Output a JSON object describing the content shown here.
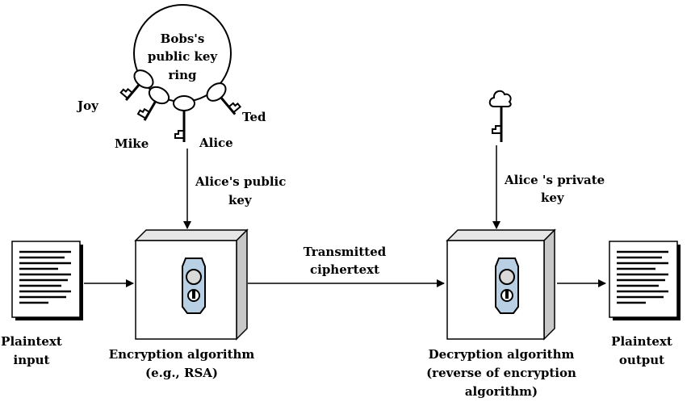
{
  "keyring": {
    "title_lines": [
      "Bobs's",
      "public key",
      "ring"
    ],
    "keys": [
      "Joy",
      "Mike",
      "Alice",
      "Ted"
    ]
  },
  "labels": {
    "public_key_lines": [
      "Alice's public",
      "key"
    ],
    "private_key_lines": [
      "Alice 's private",
      "key"
    ],
    "transmitted_lines": [
      "Transmitted",
      "ciphertext"
    ],
    "plaintext_input_lines": [
      "Plaintext",
      "input"
    ],
    "encryption_lines": [
      "Encryption algorithm",
      "(e.g., RSA)"
    ],
    "decryption_lines": [
      "Decryption algorithm",
      "(reverse of encryption",
      "algorithm)"
    ],
    "plaintext_output_lines": [
      "Plaintext",
      "output"
    ]
  },
  "colors": {
    "box_face": "#ffffff",
    "box_side": "#c8c8c8",
    "box_top": "#e6e6e6",
    "lock_fill": "#b9cfe3",
    "lock_keyhole": "#d9d9d9"
  }
}
